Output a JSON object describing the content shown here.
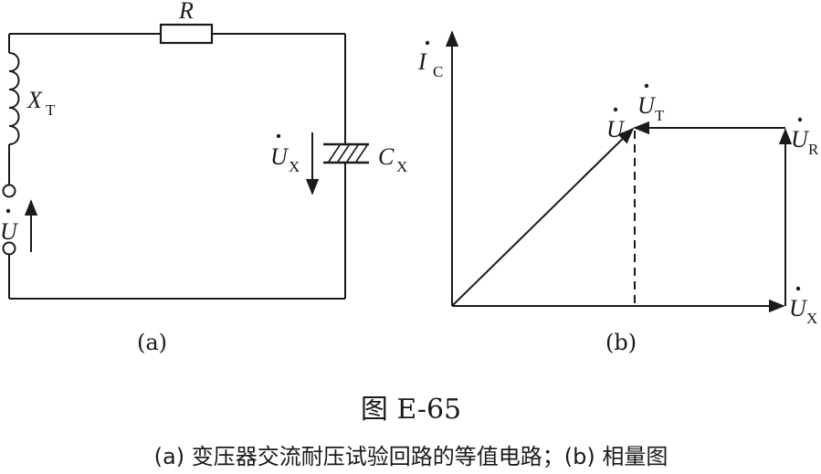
{
  "circuit": {
    "resistor_label": "R",
    "inductor_label": "X",
    "inductor_sub": "T",
    "capacitor_label": "C",
    "capacitor_sub": "X",
    "voltage_x_label": "U",
    "voltage_x_sub": "X",
    "source_label": "U",
    "panel_label": "(a)"
  },
  "phasor": {
    "ic_label": "I",
    "ic_sub": "C",
    "u_label": "U",
    "ut_label": "U",
    "ut_sub": "T",
    "ur_label": "U",
    "ur_sub": "R",
    "ux_label": "U",
    "ux_sub": "X",
    "panel_label": "(b)"
  },
  "figure_title": "图 E-65",
  "caption": "(a) 变压器交流耐压试验回路的等值电路；(b) 相量图",
  "colors": {
    "ink": "#1a1a1a",
    "background": "#ffffff"
  }
}
